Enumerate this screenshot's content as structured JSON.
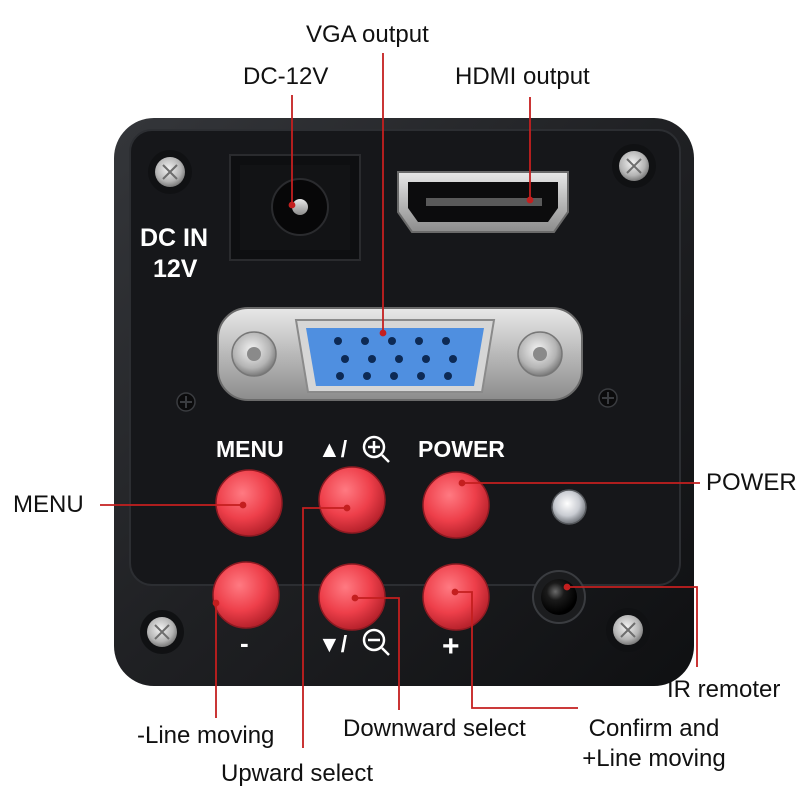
{
  "device": {
    "panel_labels": {
      "dc_in": "DC IN",
      "volt": "12V",
      "menu": "MENU",
      "up_sym": "▲/",
      "power": "POWER",
      "minus": "-",
      "down_sym": "▼/",
      "plus": "+"
    }
  },
  "callouts": {
    "vga": "VGA output",
    "dc12v": "DC-12V",
    "hdmi": "HDMI output",
    "menu": "MENU",
    "power": "POWER",
    "ir": "IR remoter",
    "line_minus": "-Line moving",
    "downward": "Downward select",
    "confirm_1": "Confirm and",
    "confirm_2": "+Line moving",
    "upward": "Upward select"
  },
  "colors": {
    "body": "#1c1d20",
    "face": "#141518",
    "button": "#ee3f4a",
    "vga_blue": "#4f8fe0",
    "leader": "#c41f1f"
  }
}
